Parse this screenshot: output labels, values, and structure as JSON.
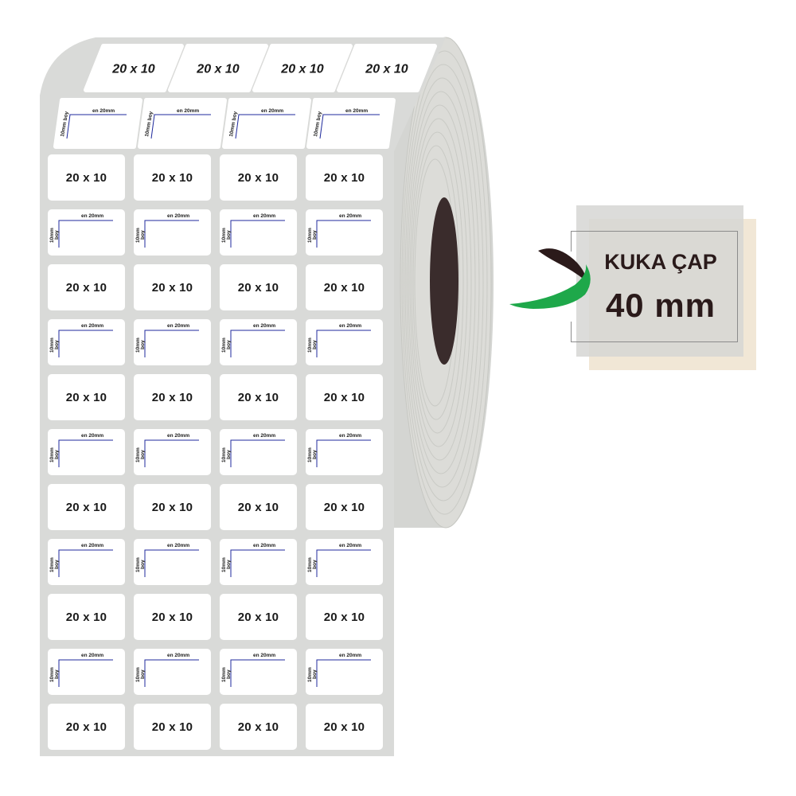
{
  "roll": {
    "top_row_label": "20 x 10",
    "top_row_count": 4
  },
  "labels": {
    "size_text": "20 x 10",
    "width_text": "en 20mm",
    "height_mm_text": "10mm",
    "height_word_text": "boy",
    "columns": 4,
    "rows": 13
  },
  "callout": {
    "title": "KUKA ÇAP",
    "value": "40 mm"
  },
  "colors": {
    "core": "#3a2c2c",
    "arrow_green": "#1ea84a",
    "arrow_dark": "#2b1a1a",
    "dimension_line": "#1f2a9c",
    "roll_shade": "#d9dad8"
  }
}
